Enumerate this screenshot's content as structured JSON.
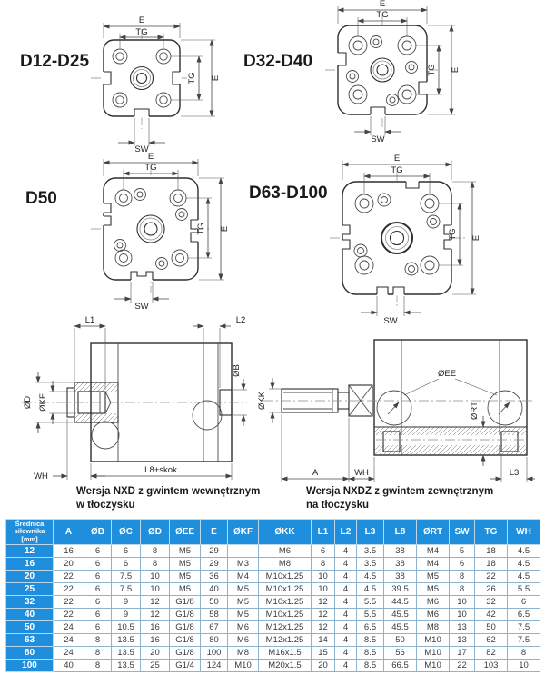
{
  "labels": {
    "e": "E",
    "tg": "TG",
    "sw": "SW",
    "l1": "L1",
    "l2": "L2",
    "l3": "L3",
    "a": "A",
    "wh": "WH",
    "l8_skok": "L8+skok",
    "od": "ØD",
    "okf": "ØKF",
    "ob": "ØB",
    "okk": "ØKK",
    "oee": "ØEE",
    "ort": "ØRT"
  },
  "top_views": [
    {
      "title": "D12-D25"
    },
    {
      "title": "D32-D40"
    },
    {
      "title": "D50"
    },
    {
      "title": "D63-D100"
    }
  ],
  "captions": {
    "nxd_line1": "Wersja NXD z gwintem wewnętrznym",
    "nxd_line2": "w tłoczysku",
    "nxdz_line1": "Wersja NXDZ z gwintem zewnętrznym",
    "nxdz_line2": "na tłoczysku"
  },
  "table": {
    "corner_lines": [
      "Średnica",
      "siłownika",
      "[mm]"
    ],
    "columns": [
      "A",
      "ØB",
      "ØC",
      "ØD",
      "ØEE",
      "E",
      "ØKF",
      "ØKK",
      "L1",
      "L2",
      "L3",
      "L8",
      "ØRT",
      "SW",
      "TG",
      "WH"
    ],
    "rows": [
      {
        "d": "12",
        "v": [
          "16",
          "6",
          "6",
          "8",
          "M5",
          "29",
          "-",
          "M6",
          "6",
          "4",
          "3.5",
          "38",
          "M4",
          "5",
          "18",
          "4.5"
        ]
      },
      {
        "d": "16",
        "v": [
          "20",
          "6",
          "6",
          "8",
          "M5",
          "29",
          "M3",
          "M8",
          "8",
          "4",
          "3.5",
          "38",
          "M4",
          "6",
          "18",
          "4.5"
        ]
      },
      {
        "d": "20",
        "v": [
          "22",
          "6",
          "7.5",
          "10",
          "M5",
          "36",
          "M4",
          "M10x1.25",
          "10",
          "4",
          "4.5",
          "38",
          "M5",
          "8",
          "22",
          "4.5"
        ]
      },
      {
        "d": "25",
        "v": [
          "22",
          "6",
          "7.5",
          "10",
          "M5",
          "40",
          "M5",
          "M10x1.25",
          "10",
          "4",
          "4.5",
          "39.5",
          "M5",
          "8",
          "26",
          "5.5"
        ]
      },
      {
        "d": "32",
        "v": [
          "22",
          "6",
          "9",
          "12",
          "G1/8",
          "50",
          "M5",
          "M10x1.25",
          "12",
          "4",
          "5.5",
          "44.5",
          "M6",
          "10",
          "32",
          "6"
        ]
      },
      {
        "d": "40",
        "v": [
          "22",
          "6",
          "9",
          "12",
          "G1/8",
          "58",
          "M5",
          "M10x1.25",
          "12",
          "4",
          "5.5",
          "45.5",
          "M6",
          "10",
          "42",
          "6.5"
        ]
      },
      {
        "d": "50",
        "v": [
          "24",
          "6",
          "10.5",
          "16",
          "G1/8",
          "67",
          "M6",
          "M12x1.25",
          "12",
          "4",
          "6.5",
          "45.5",
          "M8",
          "13",
          "50",
          "7.5"
        ]
      },
      {
        "d": "63",
        "v": [
          "24",
          "8",
          "13.5",
          "16",
          "G1/8",
          "80",
          "M6",
          "M12x1.25",
          "14",
          "4",
          "8.5",
          "50",
          "M10",
          "13",
          "62",
          "7.5"
        ]
      },
      {
        "d": "80",
        "v": [
          "24",
          "8",
          "13.5",
          "20",
          "G1/8",
          "100",
          "M8",
          "M16x1.5",
          "15",
          "4",
          "8.5",
          "56",
          "M10",
          "17",
          "82",
          "8"
        ]
      },
      {
        "d": "100",
        "v": [
          "40",
          "8",
          "13.5",
          "25",
          "G1/4",
          "124",
          "M10",
          "M20x1.5",
          "20",
          "4",
          "8.5",
          "66.5",
          "M10",
          "22",
          "103",
          "10"
        ]
      }
    ],
    "colors": {
      "header_bg": "#1f8edd",
      "header_text": "#ffffff",
      "grid": "#8fb2cd",
      "cell_text": "#3a3a3a"
    }
  }
}
